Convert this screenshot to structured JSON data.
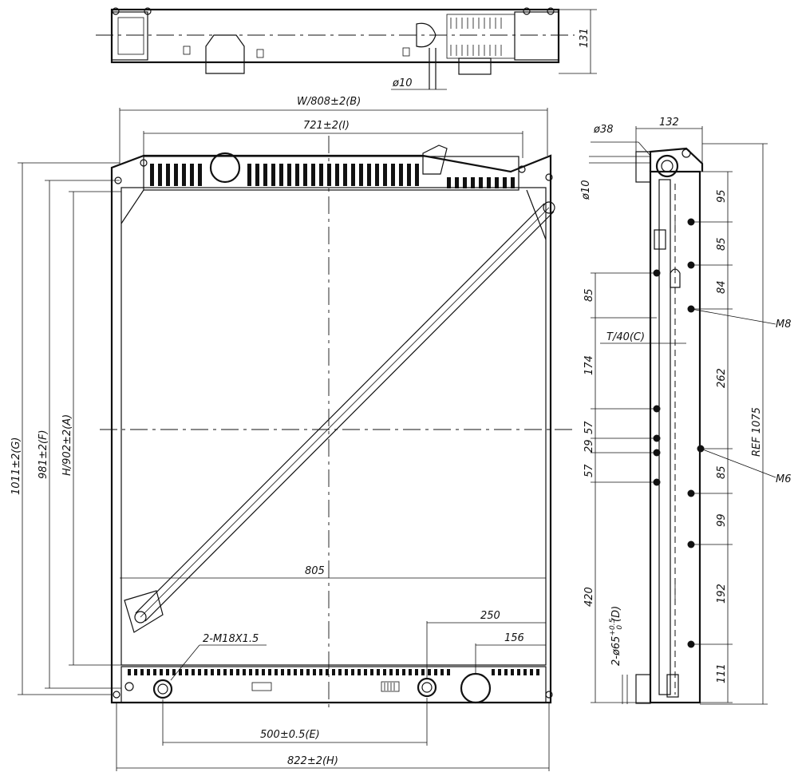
{
  "dims": {
    "top_height": "131",
    "top_pin": "ø10",
    "width_b": "W/808±2(B)",
    "width_i": "721±2(I)",
    "dim_805": "805",
    "dim_250": "250",
    "dim_156": "156",
    "thread": "2-M18X1.5",
    "width_e": "500±0.5(E)",
    "width_h": "822±2(H)",
    "height_g": "1011±2(G)",
    "height_f": "981±2(F)",
    "height_a": "H/902±2(A)",
    "side_depth": "132",
    "side_dia38": "ø38",
    "side_dia10": "ø10",
    "thickness_c": "T/40(C)",
    "left_85": "85",
    "left_174": "174",
    "left_57a": "57",
    "left_29": "29",
    "left_57b": "57",
    "left_420": "420",
    "pipe_d": "2-ø65",
    "pipe_tol": "+0.5",
    "pipe_tol_lo": "0",
    "pipe_suffix": "(D)",
    "right_95": "95",
    "right_85a": "85",
    "right_84": "84",
    "right_262": "262",
    "right_85b": "85",
    "right_99": "99",
    "right_192": "192",
    "right_111": "111",
    "ref_total": "REF 1075",
    "label_m8": "M8",
    "label_m6": "M6"
  }
}
